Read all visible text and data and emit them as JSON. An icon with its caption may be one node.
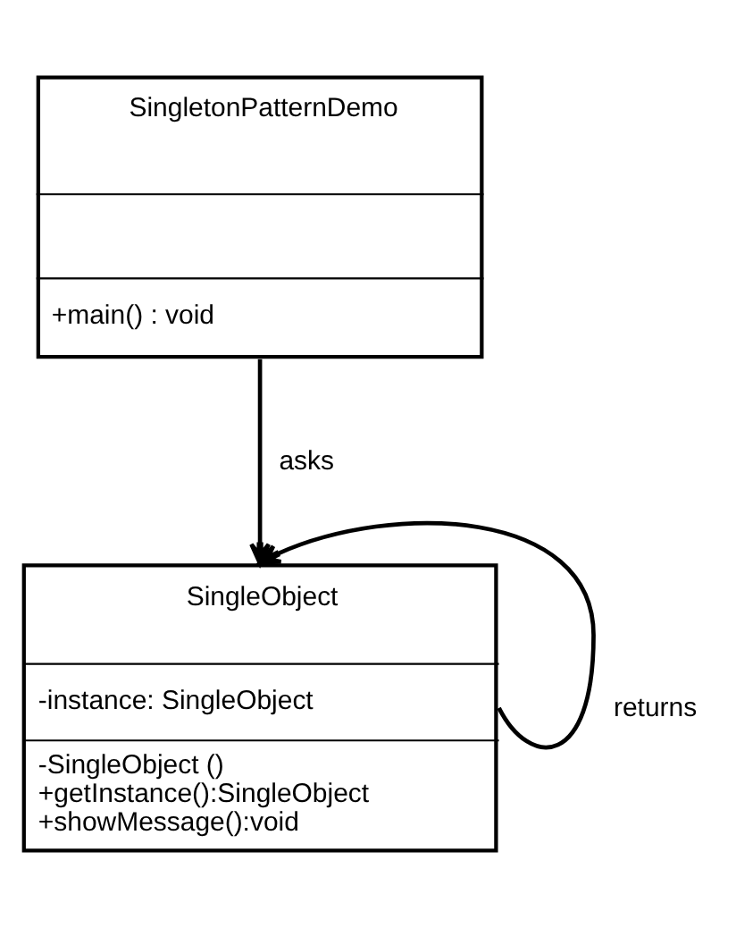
{
  "diagram": {
    "nodes": [
      {
        "text": [
          "SingletonPatternDemo",
          "+main() : void"
        ]
      },
      {
        "text": [
          "SingleObject",
          "-instance: SingleObject",
          "-SingleObject ()",
          "+getInstance():SingleObject",
          "+showMessage():void"
        ]
      }
    ],
    "edges": [
      {
        "from": 0,
        "to": 1,
        "arrow": "to",
        "label": "asks"
      },
      {
        "from": 1,
        "to": 1,
        "arrow": "to",
        "label": "returns"
      }
    ]
  }
}
